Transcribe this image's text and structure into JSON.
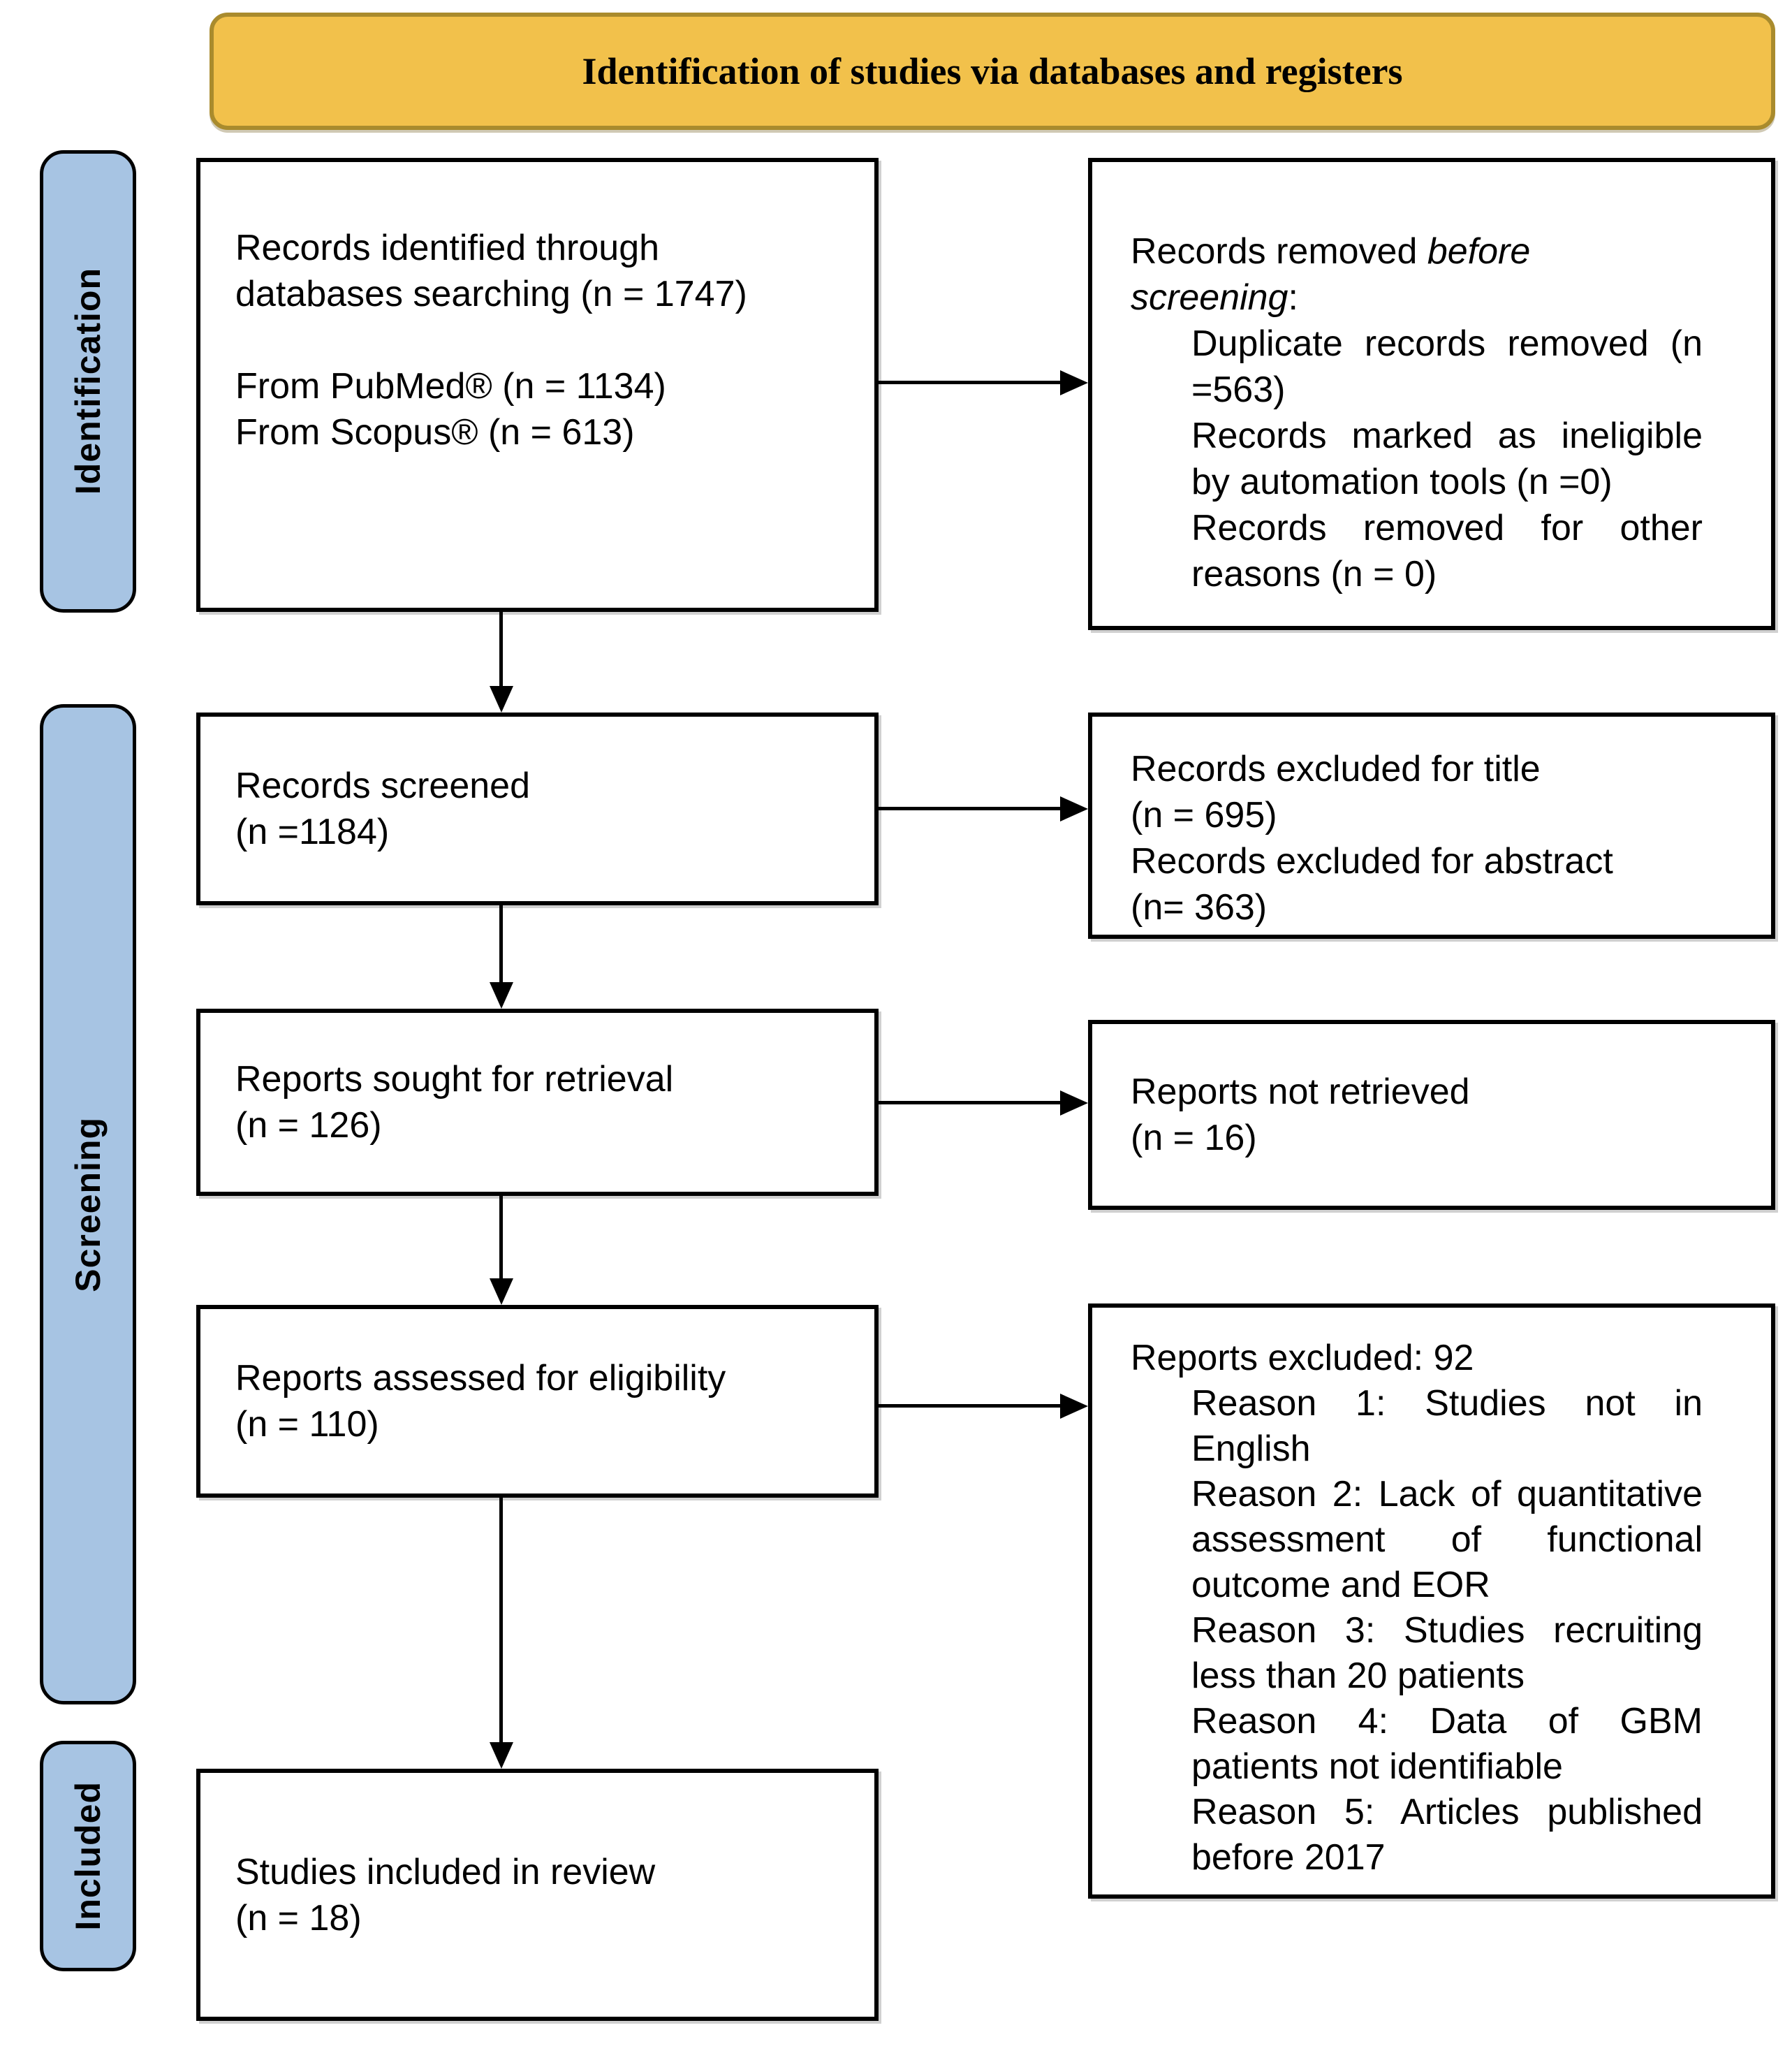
{
  "header": {
    "title": "Identification of studies via databases and registers"
  },
  "sidebar": {
    "identification": "Identification",
    "screening": "Screening",
    "included": "Included"
  },
  "boxes": {
    "records_identified": {
      "line1": "Records identified through",
      "line2": "databases searching (n = 1747)",
      "line3": "From PubMed® (n = 1134)",
      "line4": "From Scopus® (n = 613)"
    },
    "records_removed": {
      "intro_prefix": "Records removed ",
      "intro_italic": "before screening",
      "intro_suffix": ":",
      "item1": "Duplicate records removed (n =563)",
      "item2": "Records marked as ineligible by automation tools (n =0)",
      "item3": "Records removed for other reasons (n = 0)"
    },
    "records_screened": {
      "line1": "Records screened",
      "line2": "(n =1184)"
    },
    "records_excluded": {
      "line1": "Records excluded for title",
      "line2": "(n = 695)",
      "line3": "Records excluded for abstract",
      "line4": "(n= 363)"
    },
    "reports_sought": {
      "line1": "Reports sought for retrieval",
      "line2": "(n = 126)"
    },
    "reports_not_retrieved": {
      "line1": "Reports not retrieved",
      "line2": "(n = 16)"
    },
    "reports_assessed": {
      "line1": "Reports assessed for eligibility",
      "line2": "(n = 110)"
    },
    "reports_excluded": {
      "intro": "Reports excluded: 92",
      "item1": "Reason 1: Studies not in English",
      "item2": "Reason 2: Lack of quantitative assessment of functional outcome and EOR",
      "item3": "Reason 3: Studies recruiting less than 20 patients",
      "item4": "Reason 4: Data of GBM patients not identifiable",
      "item5": "Reason 5: Articles published before 2017"
    },
    "studies_included": {
      "line1": "Studies included in review",
      "line2": "(n = 18)"
    }
  },
  "colors": {
    "header_fill": "#F2C14B",
    "header_border": "#A98B2D",
    "sidebar_fill": "#A7C4E3",
    "box_border": "#000000"
  }
}
